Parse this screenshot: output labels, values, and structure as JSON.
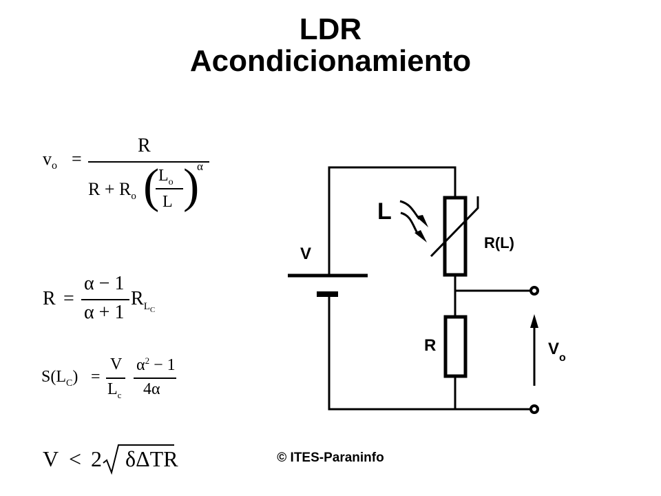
{
  "slide": {
    "title_line1": "LDR",
    "title_line2": "Acondicionamiento",
    "footer": "© ITES-Paraninfo"
  },
  "equations": {
    "eq1": {
      "lhs_symbol": "v",
      "lhs_sub": "o",
      "equals": "=",
      "numerator": "R",
      "denominator_prefix": "R + R",
      "denominator_prefix_sub": "o",
      "inner_num": "L",
      "inner_num_sub": "o",
      "inner_den": "L",
      "exponent": "α"
    },
    "eq2": {
      "lhs": "R",
      "equals": "=",
      "numerator": "α − 1",
      "denominator": "α + 1",
      "factor": "R",
      "factor_sub": "L",
      "factor_subsub": "C"
    },
    "eq3": {
      "lhs": "S(L",
      "lhs_sub": "C",
      "lhs_close": ")",
      "equals": "=",
      "frac1_num": "V",
      "frac1_den": "L",
      "frac1_den_sub": "c",
      "frac2_num_base": "α",
      "frac2_num_exp": "2",
      "frac2_num_rest": " − 1",
      "frac2_den": "4α"
    },
    "eq4": {
      "lhs": "V",
      "relation": "<",
      "coef": "2",
      "radicand": "δΔTR"
    }
  },
  "circuit": {
    "light_label": "L",
    "ldr_label": "R(L)",
    "source_label": "V",
    "resistor_label": "R",
    "output_label": "V",
    "output_sub": "o"
  }
}
